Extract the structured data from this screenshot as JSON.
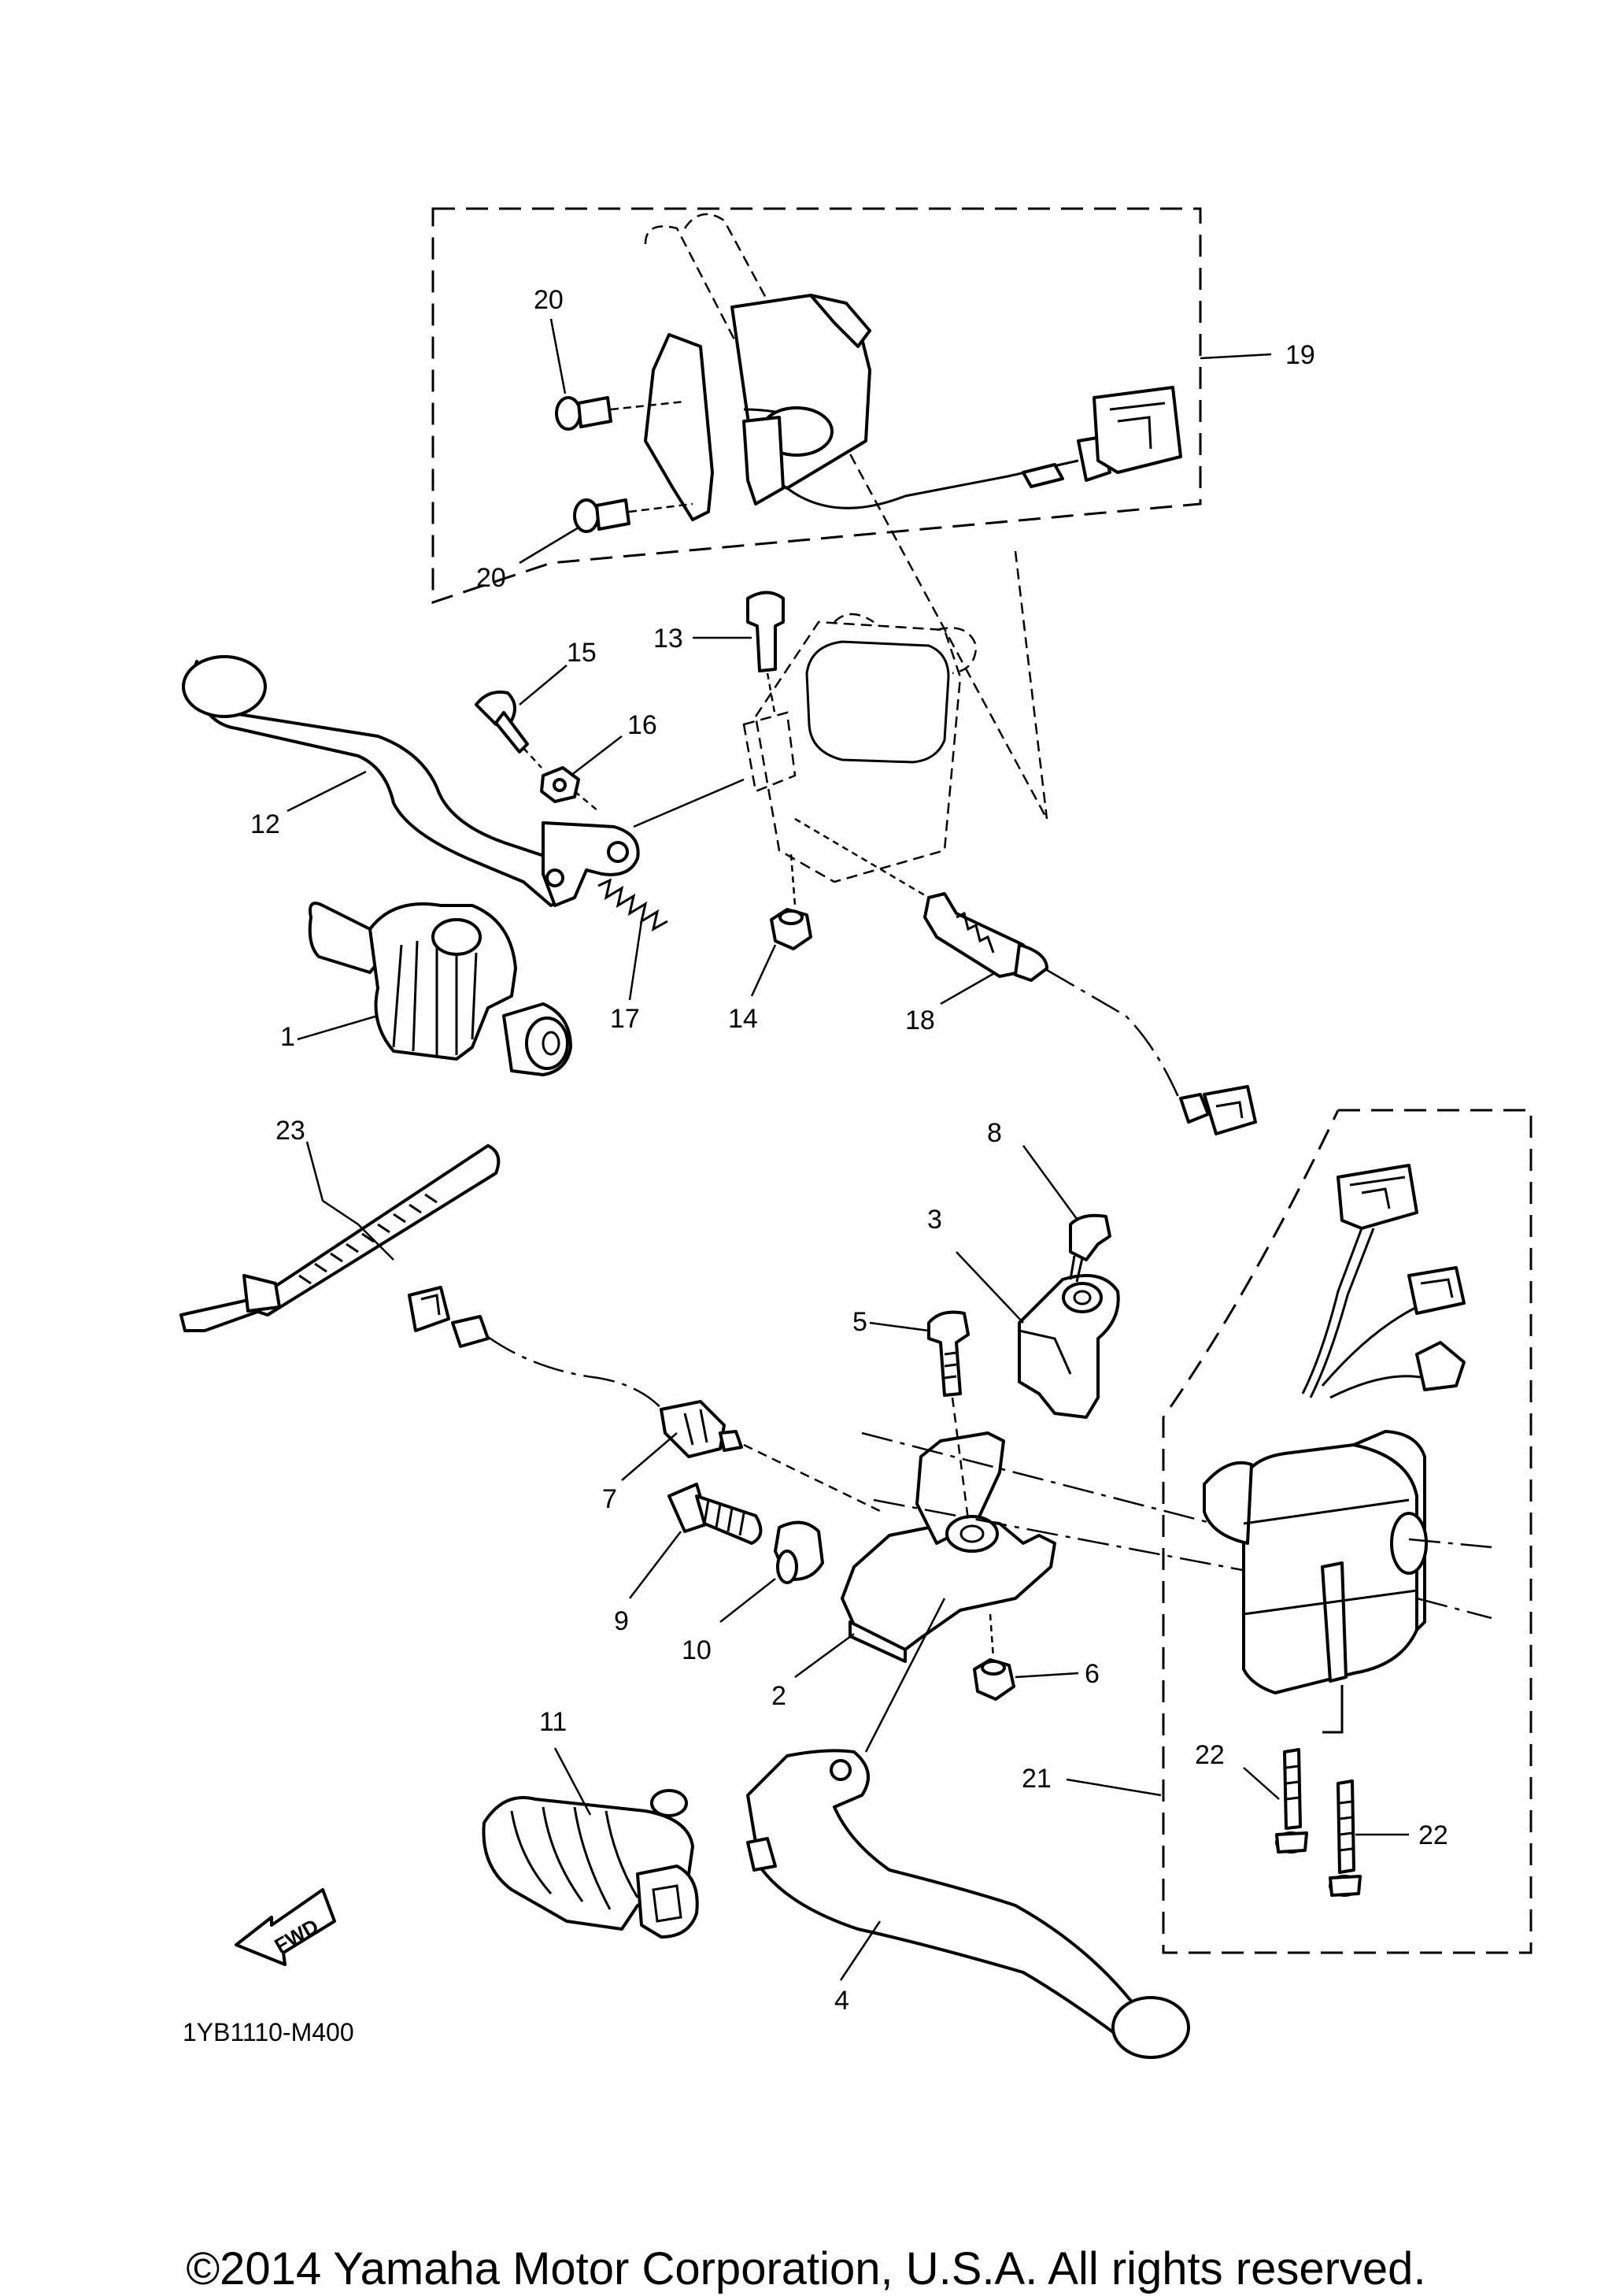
{
  "diagram_code": "1YB1110-M400",
  "fwd_label": "FWD",
  "copyright": "©2014 Yamaha Motor Corporation, U.S.A. All rights reserved.",
  "callouts": {
    "c1": "1",
    "c2": "2",
    "c3": "3",
    "c4": "4",
    "c5": "5",
    "c6": "6",
    "c7": "7",
    "c8": "8",
    "c9": "9",
    "c10": "10",
    "c11": "11",
    "c12": "12",
    "c13": "13",
    "c14": "14",
    "c15": "15",
    "c16": "16",
    "c17": "17",
    "c18": "18",
    "c19": "19",
    "c20a": "20",
    "c20b": "20",
    "c21": "21",
    "c22a": "22",
    "c22b": "22",
    "c23": "23"
  }
}
